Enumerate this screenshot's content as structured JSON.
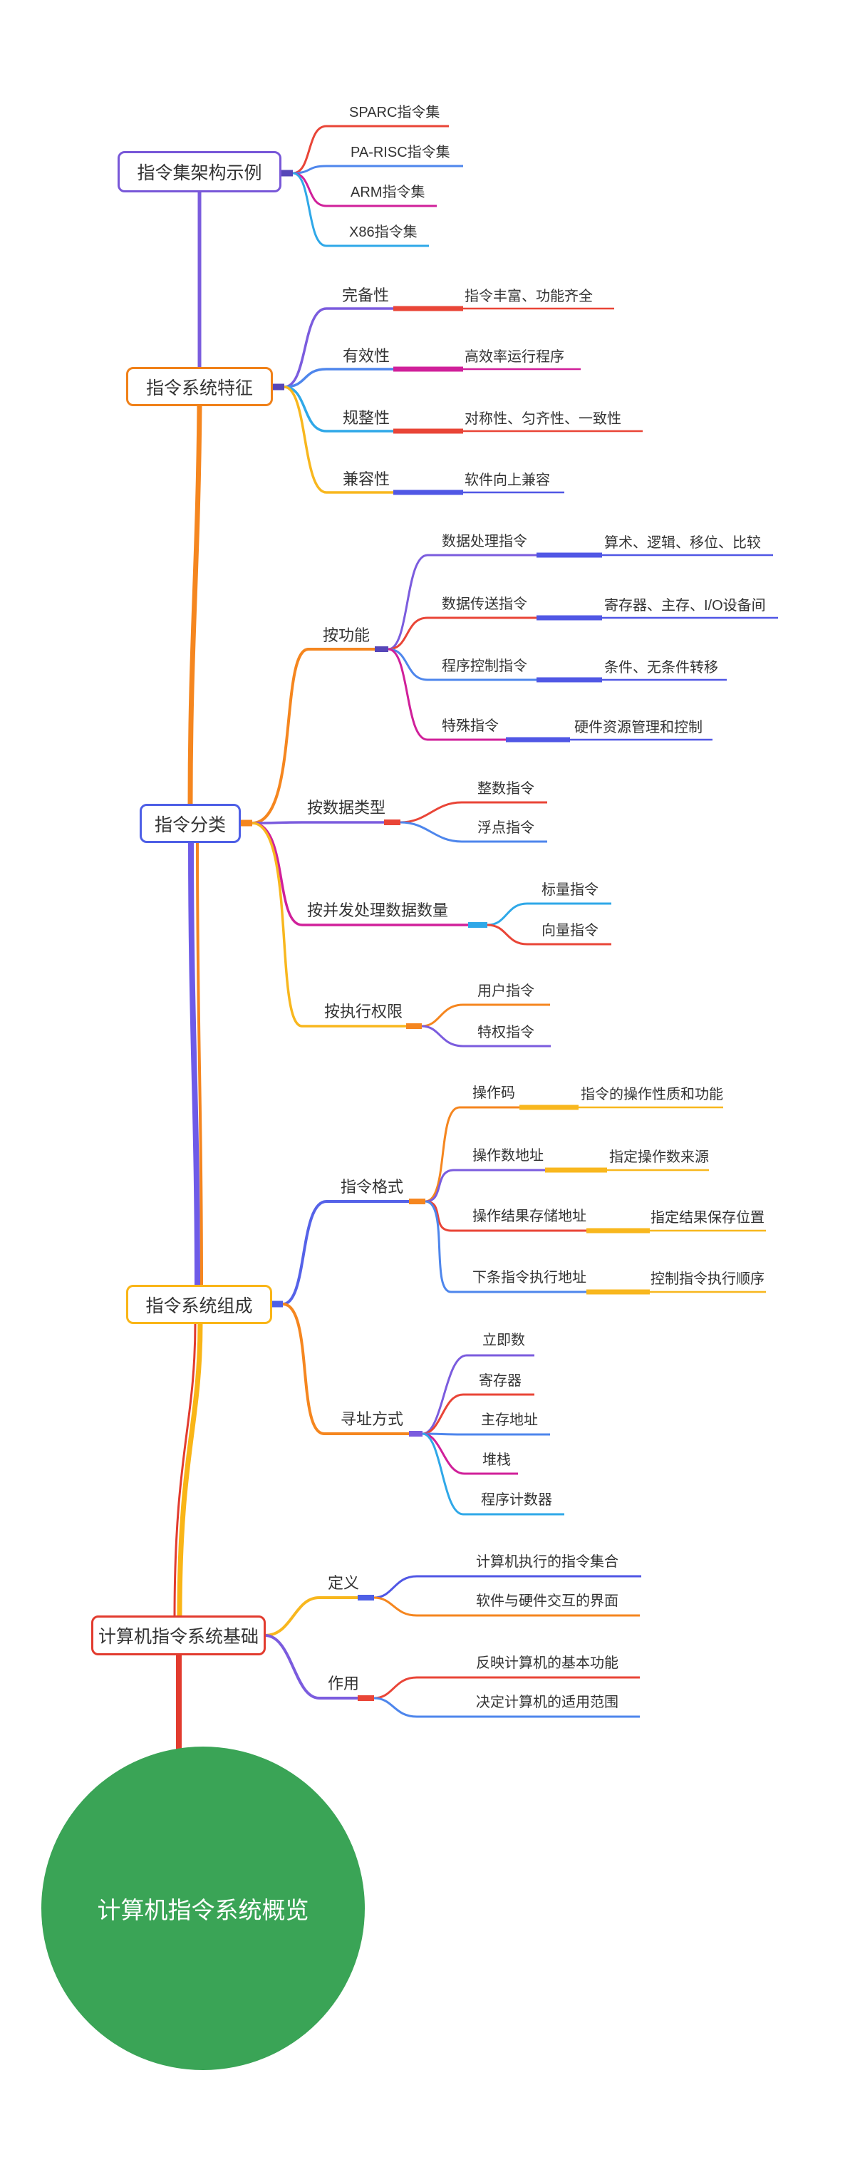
{
  "root": {
    "label": "计算机指令系统概览",
    "fill_color": "#3AA456",
    "text_color": "#FFFFFF"
  },
  "palette": {
    "purple": "#7B5CDE",
    "orange": "#F5861F",
    "red": "#E94537",
    "blue": "#4E86EC",
    "royal_blue": "#5057E5",
    "magenta": "#D0209A",
    "cyan": "#2FA8E8",
    "yellow": "#F8B71E",
    "box_purple": "#7857D8",
    "box_orange": "#F08119",
    "box_blue": "#4E5FE6",
    "box_yellow": "#F9B517",
    "box_red": "#E23B2E",
    "trunk_dark_stub": "#5646B8"
  },
  "topics": [
    {
      "label": "指令集架构示例",
      "color": "#7857D8",
      "children": [
        {
          "label": "SPARC指令集",
          "color": "#E94537"
        },
        {
          "label": "PA-RISC指令集",
          "color": "#4E86EC"
        },
        {
          "label": "ARM指令集",
          "color": "#D0209A"
        },
        {
          "label": "X86指令集",
          "color": "#2FA8E8"
        }
      ]
    },
    {
      "label": "指令系统特征",
      "color": "#F08119",
      "children": [
        {
          "label": "完备性",
          "color": "#7B5CDE",
          "children": [
            {
              "label": "指令丰富、功能齐全",
              "color": "#E94537"
            }
          ]
        },
        {
          "label": "有效性",
          "color": "#4E86EC",
          "children": [
            {
              "label": "高效率运行程序",
              "color": "#D0209A"
            }
          ]
        },
        {
          "label": "规整性",
          "color": "#2FA8E8",
          "children": [
            {
              "label": "对称性、匀齐性、一致性",
              "color": "#E94537"
            }
          ]
        },
        {
          "label": "兼容性",
          "color": "#F8B71E",
          "children": [
            {
              "label": "软件向上兼容",
              "color": "#5057E5"
            }
          ]
        }
      ]
    },
    {
      "label": "指令分类",
      "color": "#4E5FE6",
      "children": [
        {
          "label": "按功能",
          "color": "#F5861F",
          "children": [
            {
              "label": "数据处理指令",
              "color": "#7B5CDE",
              "children": [
                {
                  "label": "算术、逻辑、移位、比较",
                  "color": "#5057E5"
                }
              ]
            },
            {
              "label": "数据传送指令",
              "color": "#E94537",
              "children": [
                {
                  "label": "寄存器、主存、I/O设备间",
                  "color": "#5057E5"
                }
              ]
            },
            {
              "label": "程序控制指令",
              "color": "#4E86EC",
              "children": [
                {
                  "label": "条件、无条件转移",
                  "color": "#5057E5"
                }
              ]
            },
            {
              "label": "特殊指令",
              "color": "#D0209A",
              "children": [
                {
                  "label": "硬件资源管理和控制",
                  "color": "#5057E5"
                }
              ]
            }
          ]
        },
        {
          "label": "按数据类型",
          "color": "#7B5CDE",
          "children": [
            {
              "label": "整数指令",
              "color": "#E94537"
            },
            {
              "label": "浮点指令",
              "color": "#4E86EC"
            }
          ]
        },
        {
          "label": "按并发处理数据数量",
          "color": "#D0209A",
          "children": [
            {
              "label": "标量指令",
              "color": "#2FA8E8"
            },
            {
              "label": "向量指令",
              "color": "#E94537"
            }
          ]
        },
        {
          "label": "按执行权限",
          "color": "#F8B71E",
          "children": [
            {
              "label": "用户指令",
              "color": "#F5861F"
            },
            {
              "label": "特权指令",
              "color": "#7B5CDE"
            }
          ]
        }
      ]
    },
    {
      "label": "指令系统组成",
      "color": "#F9B517",
      "children": [
        {
          "label": "指令格式",
          "color": "#5562E8",
          "children": [
            {
              "label": "操作码",
              "color": "#F5861F",
              "children": [
                {
                  "label": "指令的操作性质和功能",
                  "color": "#F8B71E"
                }
              ]
            },
            {
              "label": "操作数地址",
              "color": "#7B5CDE",
              "children": [
                {
                  "label": "指定操作数来源",
                  "color": "#F8B71E"
                }
              ]
            },
            {
              "label": "操作结果存储地址",
              "color": "#E94537",
              "children": [
                {
                  "label": "指定结果保存位置",
                  "color": "#F8B71E"
                }
              ]
            },
            {
              "label": "下条指令执行地址",
              "color": "#4E86EC",
              "children": [
                {
                  "label": "控制指令执行顺序",
                  "color": "#F8B71E"
                }
              ]
            }
          ]
        },
        {
          "label": "寻址方式",
          "color": "#F5861F",
          "children": [
            {
              "label": "立即数",
              "color": "#7B5CDE"
            },
            {
              "label": "寄存器",
              "color": "#E94537"
            },
            {
              "label": "主存地址",
              "color": "#4E86EC"
            },
            {
              "label": "堆栈",
              "color": "#D0209A"
            },
            {
              "label": "程序计数器",
              "color": "#2FA8E8"
            }
          ]
        }
      ]
    },
    {
      "label": "计算机指令系统基础",
      "color": "#E23B2E",
      "children": [
        {
          "label": "定义",
          "color": "#F8B71E",
          "children": [
            {
              "label": "计算机执行的指令集合",
              "color": "#5057E5"
            },
            {
              "label": "软件与硬件交互的界面",
              "color": "#F5861F"
            }
          ]
        },
        {
          "label": "作用",
          "color": "#7B5CDE",
          "children": [
            {
              "label": "反映计算机的基本功能",
              "color": "#E94537"
            },
            {
              "label": "决定计算机的适用范围",
              "color": "#4E86EC"
            }
          ]
        }
      ]
    }
  ]
}
